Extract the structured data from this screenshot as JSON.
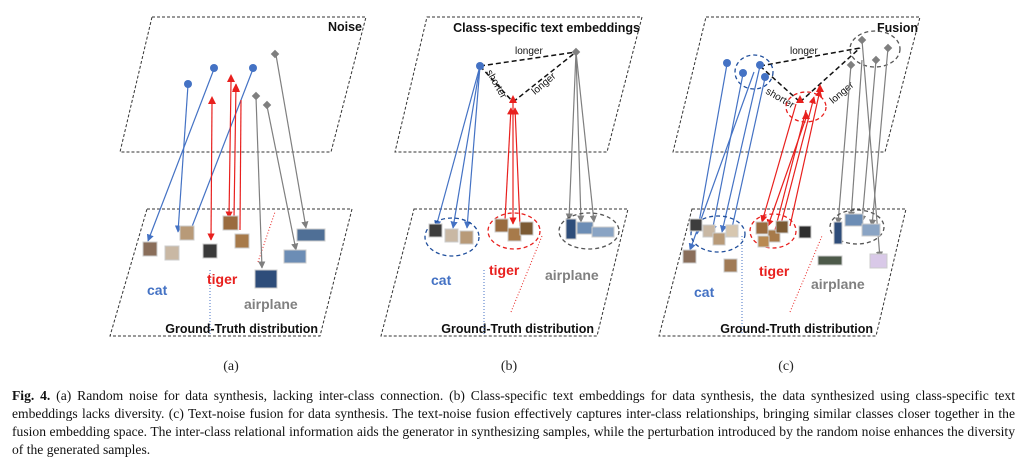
{
  "panels": [
    {
      "id": "a",
      "top_title": "Noise",
      "bottom_title": "Ground-Truth distribution",
      "sublabel": "(a)",
      "classes": [
        "cat",
        "tiger",
        "airplane"
      ]
    },
    {
      "id": "b",
      "top_title": "Class-specific text embeddings",
      "bottom_title": "Ground-Truth distribution",
      "sublabel": "(b)",
      "classes": [
        "cat",
        "tiger",
        "airplane"
      ],
      "edge_labels": [
        "longer",
        "shorter",
        "longer"
      ]
    },
    {
      "id": "c",
      "top_title": "Fusion",
      "bottom_title": "Ground-Truth distribution",
      "sublabel": "(c)",
      "classes": [
        "cat",
        "tiger",
        "airplane"
      ],
      "edge_labels": [
        "longer",
        "shorter",
        "longer"
      ]
    }
  ],
  "colors": {
    "cat": "#4472c4",
    "tiger": "#e8201e",
    "airplane": "#7f7f7f",
    "cat_label": "#4472c4",
    "tiger_label": "#e8201e",
    "airplane_label": "#808080"
  },
  "caption": {
    "fig": "Fig. 4.",
    "text": " (a) Random noise for data synthesis, lacking inter-class connection. (b) Class-specific text embeddings for data synthesis, the data synthesized using class-specific text embeddings lacks diversity. (c) Text-noise fusion for data synthesis. The text-noise fusion effectively captures inter-class relationships, bringing similar classes closer together in the fusion embedding space. The inter-class relational information aids the generator in synthesizing samples, while the perturbation introduced by the random noise enhances the diversity of the generated samples."
  }
}
